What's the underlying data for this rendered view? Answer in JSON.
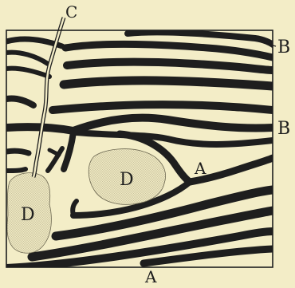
{
  "figure": {
    "labels": {
      "a_upper": "A",
      "a_lower": "A",
      "b_upper": "B",
      "b_lower": "B",
      "c_top": "C",
      "d_left": "D",
      "d_center": "D"
    },
    "colors": {
      "background": "#f3edc7",
      "ink": "#1e1e1e",
      "stipple": "#cfc8a2"
    }
  }
}
